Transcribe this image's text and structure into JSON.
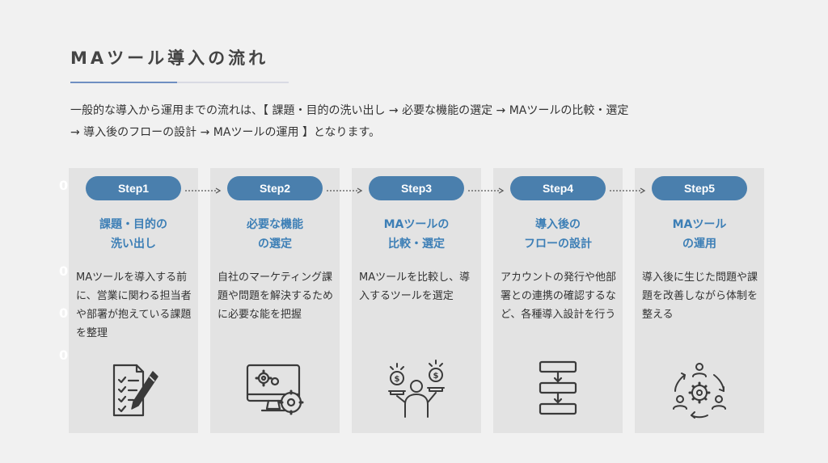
{
  "title": "MAツール導入の流れ",
  "intro": {
    "line1": "一般的な導入から運用までの流れは、【 課題・目的の洗い出し → 必要な機能の選定 → MAツールの比較・選定",
    "line2": "→ 導入後のフローの設計 → MAツールの運用 】となります。"
  },
  "side_marks": [
    "0",
    "0",
    "0",
    "0"
  ],
  "colors": {
    "pill": "#4a7fad",
    "card_title": "#3d7fb6",
    "card_bg": "#e3e3e3"
  },
  "steps": [
    {
      "pill": "Step1",
      "title": [
        "課題・目的の",
        "洗い出し"
      ],
      "desc": "MAツールを導入する前に、営業に関わる担当者や部署が抱えている課題を整理",
      "icon": "checklist-pen-icon"
    },
    {
      "pill": "Step2",
      "title": [
        "必要な機能",
        "の選定"
      ],
      "desc": "自社のマーケティング課題や問題を解決するために必要な能を把握",
      "icon": "monitor-gears-icon"
    },
    {
      "pill": "Step3",
      "title": [
        "MAツールの",
        "比較・選定"
      ],
      "desc": "MAツールを比較し、導入するツールを選定",
      "icon": "person-comparing-coins-icon"
    },
    {
      "pill": "Step4",
      "title": [
        "導入後の",
        "フローの設計"
      ],
      "desc": "アカウントの発行や他部署との連携の確認するなど、各種導入設計を行う",
      "icon": "flowchart-icon"
    },
    {
      "pill": "Step5",
      "title": [
        "MAツール",
        "の運用"
      ],
      "desc": "導入後に生じた問題や課題を改善しながら体制を整える",
      "icon": "team-cycle-gear-icon"
    }
  ]
}
